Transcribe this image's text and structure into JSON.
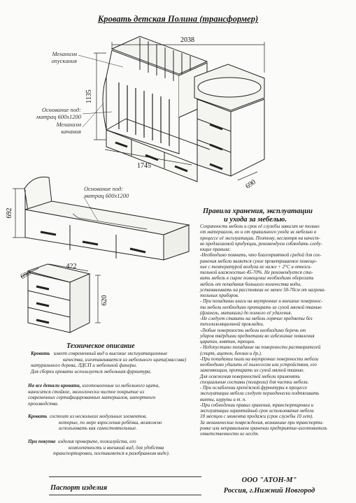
{
  "title": "Кровать детская Полина (трансформер)",
  "dimensions": {
    "top_width": "2038",
    "top_height": "1135",
    "top_length": "1745",
    "top_depth": "690",
    "bed_height": "692",
    "nightstand_depth": "690",
    "nightstand_width": "422",
    "nightstand_height": "620"
  },
  "labels": {
    "lowering_mech": [
      "Механизм",
      "опускания"
    ],
    "base_label_top": [
      "Основание под:",
      "матрац 600х1200"
    ],
    "swing_mech": [
      "Механизм",
      "качания"
    ],
    "base_label_bed": [
      "Основание под:",
      "матрац 600х1200"
    ]
  },
  "rules": {
    "title": [
      "Правила хранения, эксплуатации",
      "и ухода за мебелью."
    ],
    "lines": [
      "Сохранность мебели и срок её службы зависит не только",
      "от материалов, но и от правильного ухода за мебелью в",
      "процессе её эксплуатации. Поэтому, несмотря на качест-",
      "во предлагаемой продукции, рекомендуем соблюдать следу-",
      "ющие правила:",
      "-Необходимо помнить, что благоприятной средой для сох-",
      "ранения мебели является сухое проветриваемое помеще-",
      "ние с температурой воздуха не ниже + 2°С и относи-",
      "тельной влажностью 45-70%. Не рекомендуется ста-",
      "вить мебель в сырое помещение необходимо оберегать",
      "мебель от попадания большого количества воды,",
      "устанавливать на расстоянии не менее 50-70см от нагрева-",
      "тельных приборов.",
      "- При попадании влаги на внутренние и внешние поверхнос-",
      "ти мебели необходимо протирать их сухой мягкой тканью",
      "(фланель, митикаль) до полного её удаления.",
      "-Не следует ставить на мебель горячие предметы без",
      "теплоизоляционной прокладки.",
      "-Любые поверхности мебели необходимо беречь от",
      "ударов твёрдыми предметами во избежание появления",
      "царапин, вмятин, трещин.",
      "- Недопустимо попадание на поверхности растворителей",
      "(спирт, ацетон, бензин и др.).",
      "-При попадании пыли на внутренние поверхности мебели",
      "необходимо удалить её пылесосом или устройством, его",
      "заменяющим, протирать их сухой мягкой тканью.",
      "Для освежения поверхностей мебели применять",
      "специальные составы (полироли) для чистки мебели.",
      "- При ослаблении крепёжной фурнитуры в процессе",
      "эксплуатации мебели следует периодически подтягивать",
      "винты, шурупы и т. п.",
      "-При соблюдении правил хранения, транспортировки и",
      "эксплуатации гарантийный срок использования мебели",
      "18 месяцев с момента продажи (срок службы 10 лет).",
      "За механические повреждения, возникшие при транспорти-",
      "ровке или неправильном хранении предприятие-изготовитель",
      "ответственности не несёт."
    ]
  },
  "tech": {
    "title": "Техническое описание",
    "p1_lead": "Кровать",
    "p1": [
      "имеет современный вид и высокие эксплуатационные",
      "качества, изготавливается из мебельного щита(массива)",
      "натурального дерева, ЛДСП и мебельной фанеры.",
      "Для сборки кровати используется мебельная фурнитура."
    ],
    "p2_lead": "На все детали кровати,",
    "p2": [
      "изготовленные из мебельного щита,",
      "наносится стойкое, экологически чистое покрытие из",
      "современных сертифицированных материалов, импортного",
      "производства."
    ],
    "p3_lead": "Кровать",
    "p3": [
      "состоит из нескольких модульных элементов,",
      "которые, по мере взросления ребёнка, возможно",
      "использовать как самостоятельные."
    ],
    "p4_lead": "При покупке",
    "p4": [
      "изделия проверьте, пожалуйста, его",
      "комплектность и внешний вид, для удобства",
      "транспортировки, поставляется в разобранном виде)."
    ]
  },
  "footer": {
    "left": "Паспорт изделия",
    "company": "ООО \"АТОН-М\"",
    "city": "Россия, г.Нижний Новгород"
  }
}
